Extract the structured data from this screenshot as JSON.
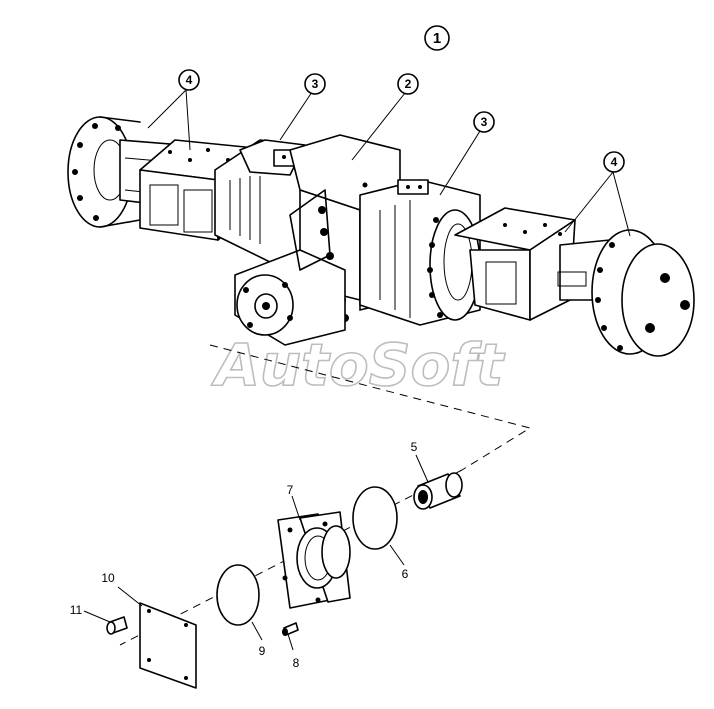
{
  "diagram": {
    "assembly_number": "1",
    "watermark": "AutoSoft",
    "callouts": {
      "c2": "2",
      "c3a": "3",
      "c3b": "3",
      "c4a": "4",
      "c4b": "4",
      "c5": "5",
      "c6": "6",
      "c7": "7",
      "c8": "8",
      "c9": "9",
      "c10": "10",
      "c11": "11"
    }
  }
}
